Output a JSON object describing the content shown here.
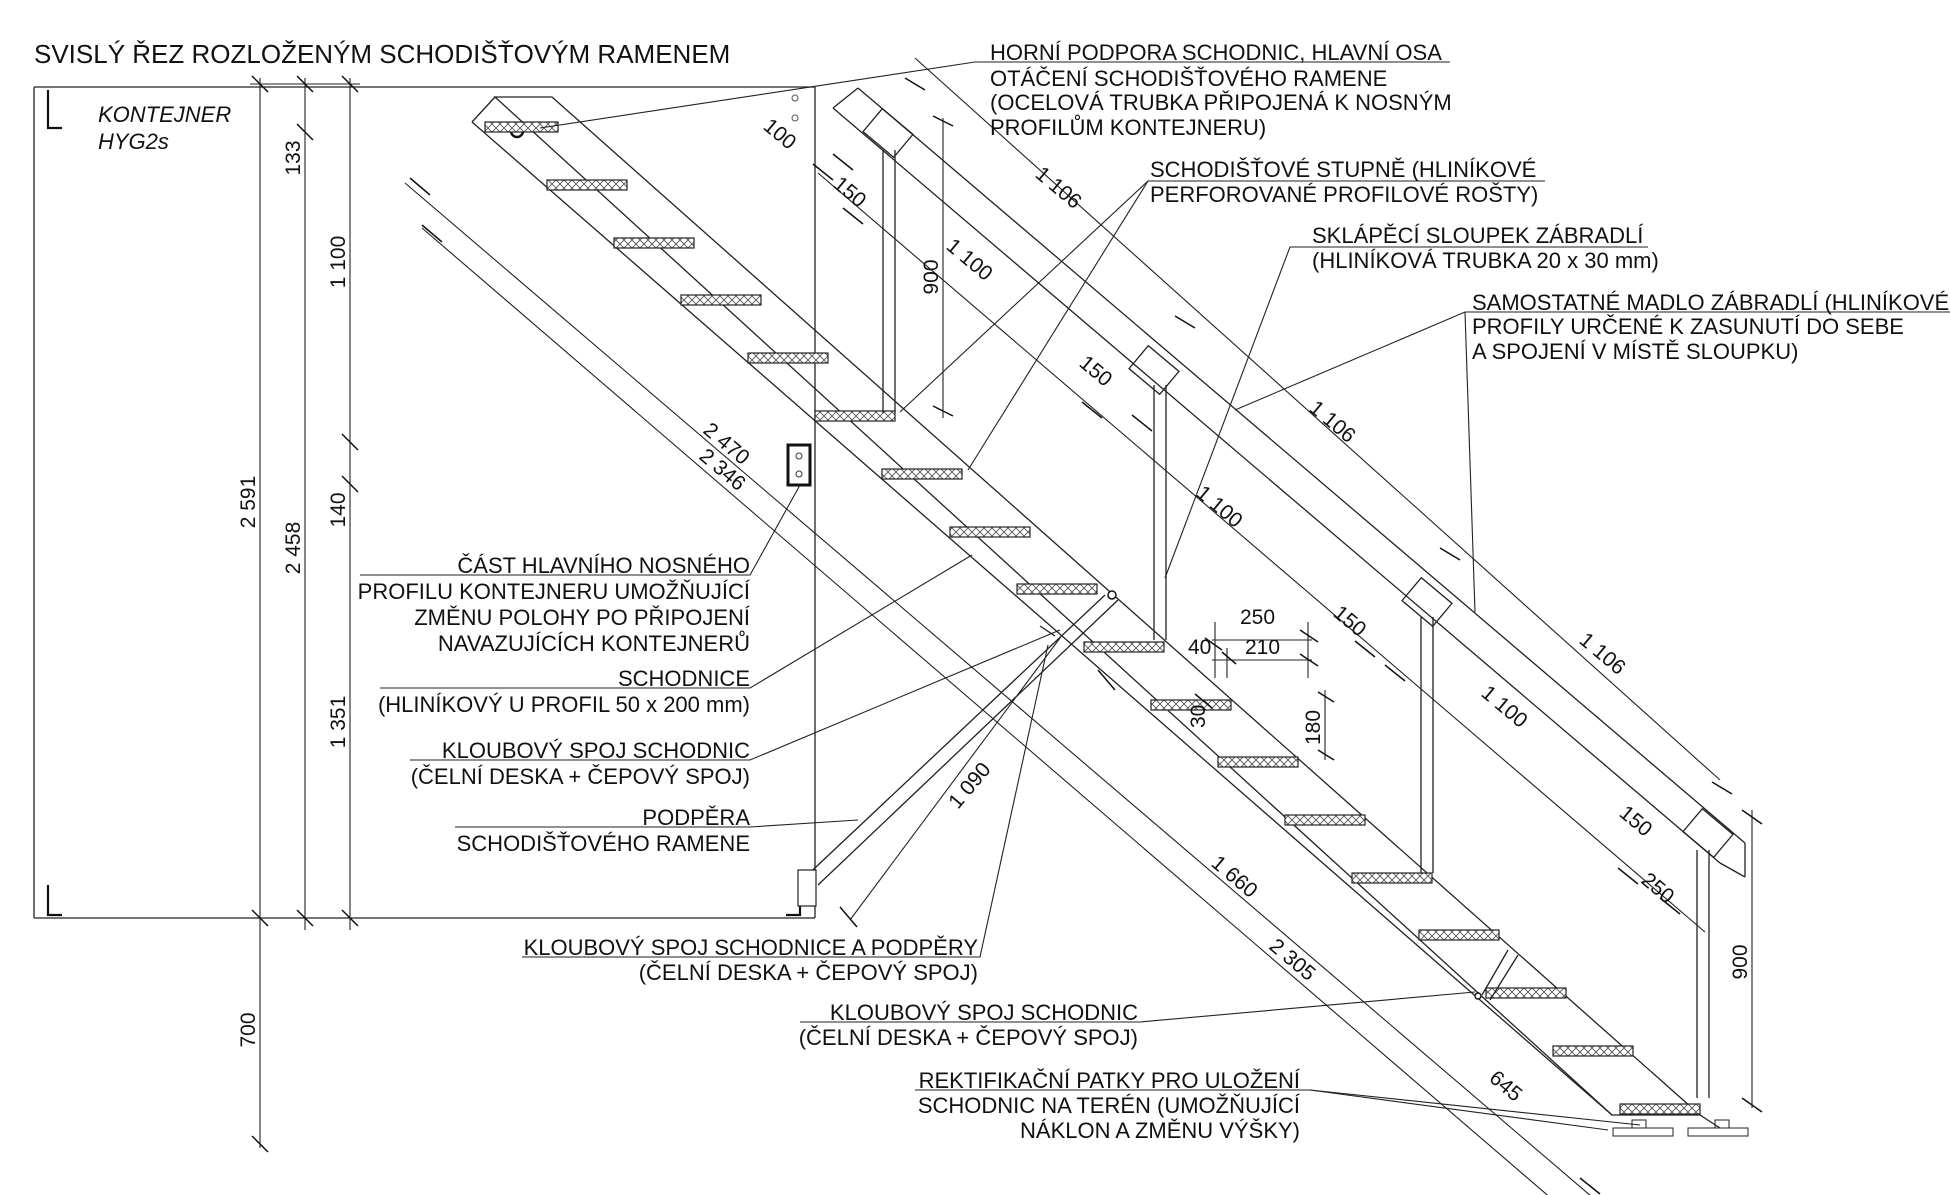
{
  "title": "SVISLÝ ŘEZ ROZLOŽENÝM SCHODIŠŤOVÝM RAMENEM",
  "container_label": [
    "KONTEJNER",
    "HYG2s"
  ],
  "callouts": {
    "horni_podpora": [
      "HORNÍ PODPORA SCHODNIC, HLAVNÍ OSA",
      "OTÁČENÍ SCHODIŠŤOVÉHO RAMENE",
      "(OCELOVÁ TRUBKA PŘIPOJENÁ K NOSNÝM",
      "PROFILŮM KONTEJNERU)"
    ],
    "stupne": [
      "SCHODIŠŤOVÉ STUPNĚ (HLINÍKOVÉ",
      "PERFOROVANÉ PROFILOVÉ ROŠTY)"
    ],
    "sloupek": [
      "SKLÁPĚCÍ SLOUPEK ZÁBRADLÍ",
      "(HLINÍKOVÁ TRUBKA 20 x 30 mm)"
    ],
    "madlo": [
      "SAMOSTATNÉ MADLO ZÁBRADLÍ (HLINÍKOVÉ",
      "PROFILY URČENÉ K ZASUNUTÍ DO SEBE",
      "A SPOJENÍ V MÍSTĚ SLOUPKU)"
    ],
    "nosny_profil": [
      "ČÁST HLAVNÍHO NOSNÉHO",
      "PROFILU KONTEJNERU UMOŽŇUJÍCÍ",
      "ZMĚNU POLOHY PO PŘIPOJENÍ",
      "NAVAZUJÍCÍCH KONTEJNERŮ"
    ],
    "schodnice": [
      "SCHODNICE",
      "(HLINÍKOVÝ U PROFIL 50 x 200 mm)"
    ],
    "kloub1": [
      "KLOUBOVÝ SPOJ SCHODNIC",
      "(ČELNÍ DESKA + ČEPOVÝ SPOJ)"
    ],
    "podpera": [
      "PODPĚRA",
      "SCHODIŠŤOVÉHO RAMENE"
    ],
    "kloub_podpera": [
      "KLOUBOVÝ SPOJ SCHODNICE A PODPĚRY",
      "(ČELNÍ DESKA + ČEPOVÝ SPOJ)"
    ],
    "kloub2": [
      "KLOUBOVÝ SPOJ SCHODNIC",
      "(ČELNÍ DESKA + ČEPOVÝ SPOJ)"
    ],
    "patky": [
      "REKTIFIKAČNÍ PATKY PRO ULOŽENÍ",
      "SCHODNIC NA TERÉN (UMOŽŇUJÍCÍ",
      "NÁKLON A ZMĚNU VÝŠKY)"
    ]
  },
  "dimensions": {
    "v2591": "2 591",
    "v2458": "2 458",
    "v133": "133",
    "v1100": "1 100",
    "v140": "140",
    "v1351": "1 351",
    "v700": "700",
    "v900a": "900",
    "v900b": "900",
    "d100": "100",
    "d150a": "150",
    "d1106a": "1 106",
    "d1100a": "1 100",
    "d150b": "150",
    "d1106b": "1 106",
    "d1100b": "1 100",
    "d150c": "150",
    "d1106c": "1 106",
    "d1100c": "1 100",
    "d150d": "150",
    "d250a": "250",
    "d2470": "2 470",
    "d2346": "2 346",
    "d250b": "250",
    "d40": "40",
    "d210": "210",
    "d30": "30",
    "d180": "180",
    "d1090": "1 090",
    "d1660": "1 660",
    "d2305": "2 305",
    "d645": "645"
  }
}
